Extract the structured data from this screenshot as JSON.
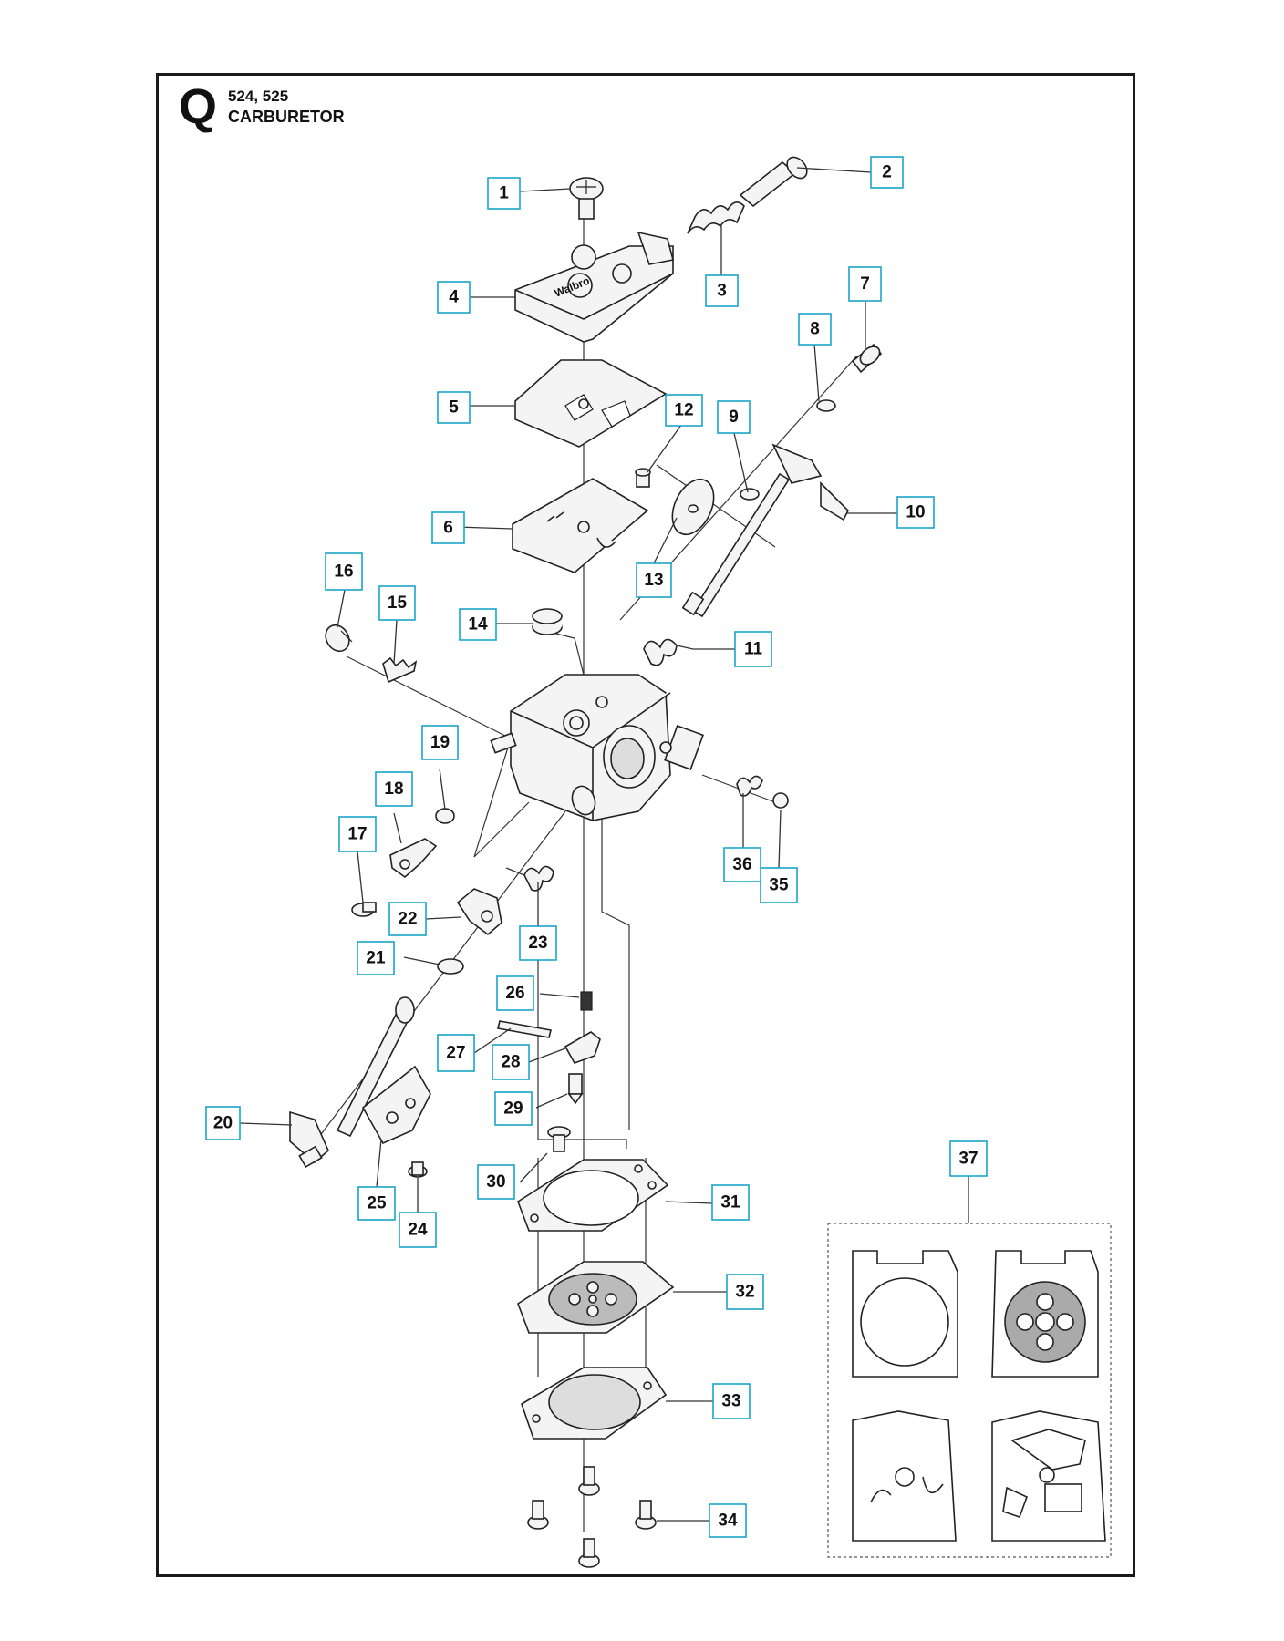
{
  "header": {
    "section_letter": "Q",
    "models": "524, 525",
    "title": "CARBURETOR"
  },
  "brand_mark": "Walbro",
  "colors": {
    "callout_border": "#1aa5c8",
    "frame": "#1a1a1a",
    "line": "#333333"
  },
  "callouts": [
    "1",
    "2",
    "3",
    "4",
    "5",
    "6",
    "7",
    "8",
    "9",
    "10",
    "11",
    "12",
    "13",
    "14",
    "15",
    "16",
    "17",
    "18",
    "19",
    "20",
    "21",
    "22",
    "23",
    "24",
    "25",
    "26",
    "27",
    "28",
    "29",
    "30",
    "31",
    "32",
    "33",
    "34",
    "35",
    "36",
    "37"
  ]
}
